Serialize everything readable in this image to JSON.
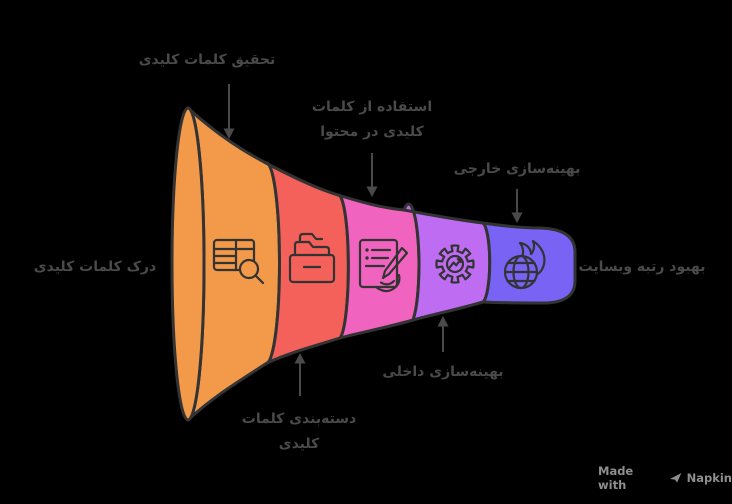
{
  "colors": {
    "background": "#000000",
    "outline": "#333333",
    "label_text": "#4A4A4A",
    "arrow": "#4A4A4A",
    "watermark_text": "#8E8E8E"
  },
  "funnel": {
    "segments": [
      {
        "name": "keyword-research",
        "color": "#F2994A",
        "icon": "table-search-icon"
      },
      {
        "name": "keyword-categorization",
        "color": "#F4605A",
        "icon": "archive-folders-icon"
      },
      {
        "name": "keywords-in-content",
        "color": "#F064C0",
        "icon": "document-pen-icon"
      },
      {
        "name": "internal-optimization",
        "color": "#BE6CF2",
        "icon": "gear-chart-icon"
      },
      {
        "name": "external-optimization",
        "color": "#7863F5",
        "icon": "globe-flame-icon"
      }
    ]
  },
  "labels": {
    "keyword_research": "تحقیق کلمات کلیدی",
    "keywords_in_content_line1": "استفاده از کلمات",
    "keywords_in_content_line2": "کلیدی در محتوا",
    "external_optimization": "بهینه‌سازی خارجی",
    "understand_keywords": "درک کلمات کلیدی",
    "improve_ranking": "بهبود رتبه وبسایت",
    "internal_optimization": "بهینه‌سازی داخلی",
    "keyword_categorization_line1": "دسته‌بندی کلمات",
    "keyword_categorization_line2": "کلیدی"
  },
  "watermark": {
    "prefix": "Made with",
    "brand": "Napkin"
  }
}
